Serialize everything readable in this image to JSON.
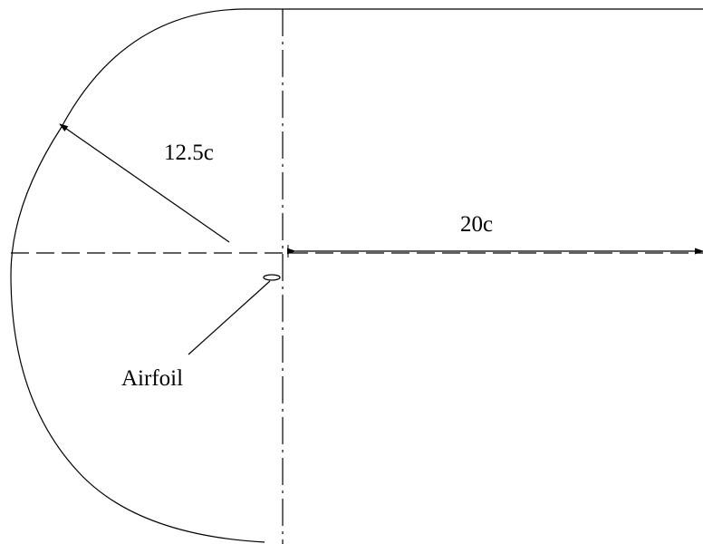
{
  "diagram": {
    "radius_label": "12.5c",
    "length_label": "20c",
    "airfoil_label": "Airfoil"
  },
  "colors": {
    "stroke": "#000000",
    "background": "#ffffff"
  }
}
